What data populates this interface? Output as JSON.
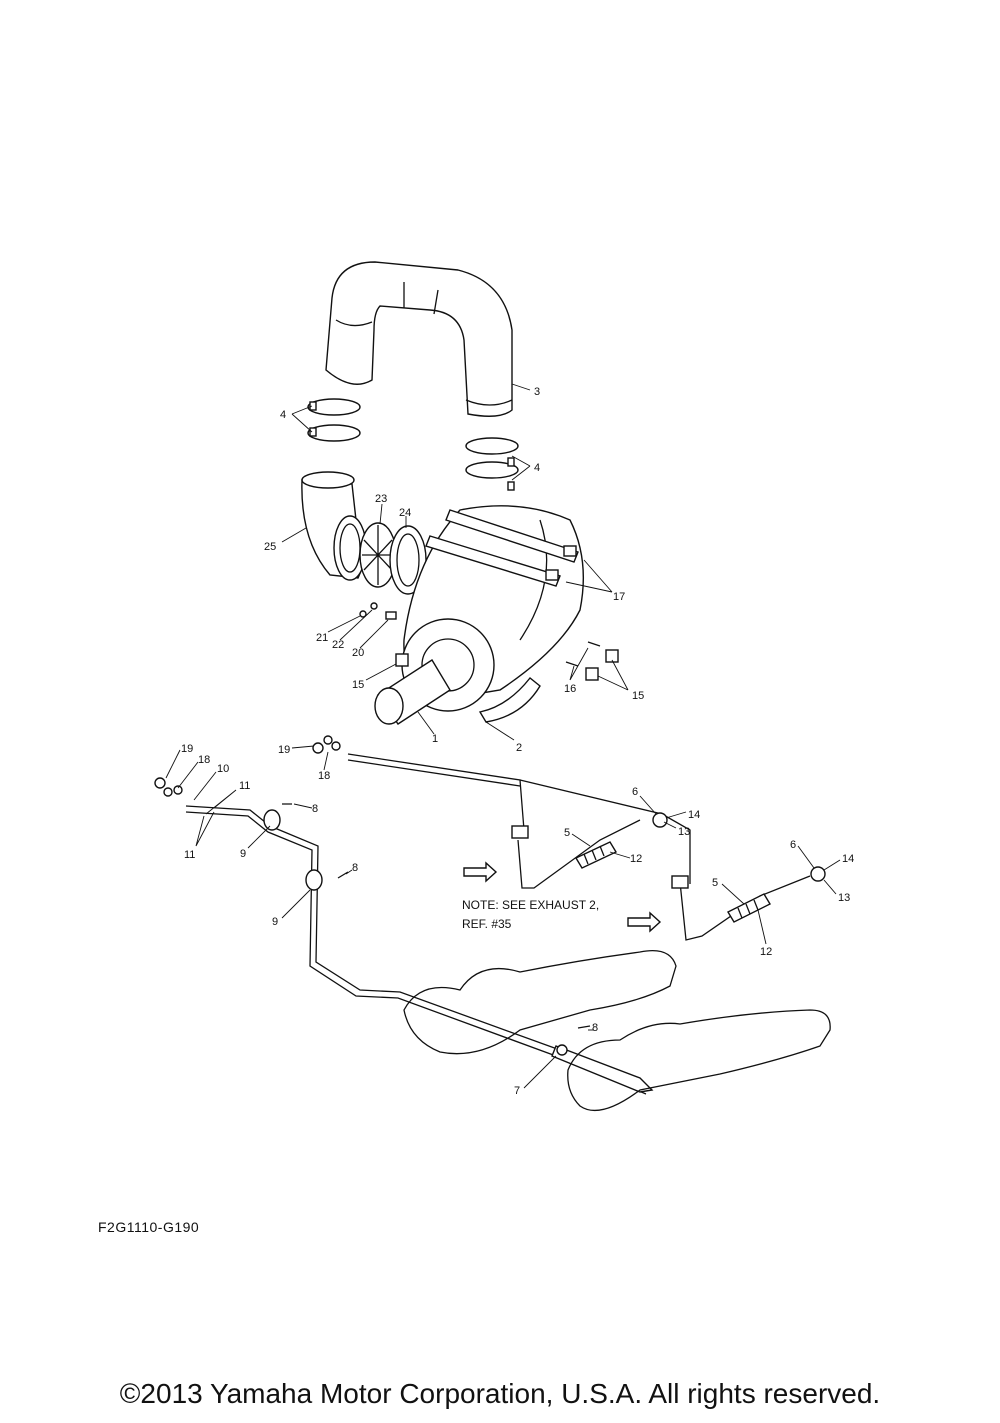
{
  "labels": {
    "p1": "1",
    "p2": "2",
    "p3": "3",
    "p4a": "4",
    "p4b": "4",
    "p5a": "5",
    "p5b": "5",
    "p6a": "6",
    "p6b": "6",
    "p7": "7",
    "p8a": "8",
    "p8b": "8",
    "p8c": "8",
    "p9a": "9",
    "p9b": "9",
    "p10": "10",
    "p11a": "11",
    "p11b": "11",
    "p12a": "12",
    "p12b": "12",
    "p13a": "13",
    "p13b": "13",
    "p14a": "14",
    "p14b": "14",
    "p15a": "15",
    "p15b": "15",
    "p16": "16",
    "p17": "17",
    "p18a": "18",
    "p18b": "18",
    "p19a": "19",
    "p19b": "19",
    "p20": "20",
    "p21": "21",
    "p22": "22",
    "p23": "23",
    "p24": "24",
    "p25": "25"
  },
  "note_line1": "NOTE: SEE EXHAUST 2,",
  "note_line2": "REF. #35",
  "ref_code": "F2G1110-G190",
  "copyright": "©2013 Yamaha Motor Corporation, U.S.A. All rights reserved."
}
